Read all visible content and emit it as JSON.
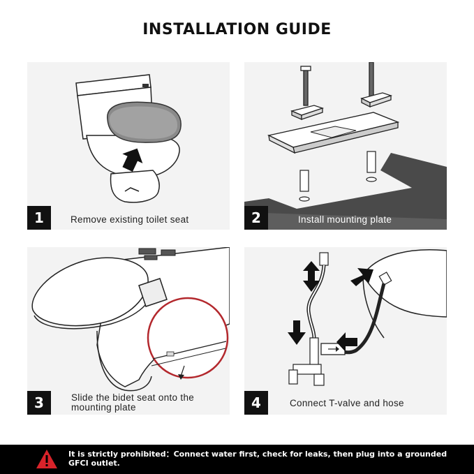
{
  "title": "INSTALLATION GUIDE",
  "steps": [
    {
      "number": "1",
      "caption": "Remove existing toilet seat"
    },
    {
      "number": "2",
      "caption": "Install mounting plate"
    },
    {
      "number": "3",
      "caption": "Slide the bidet seat onto the mounting plate"
    },
    {
      "number": "4",
      "caption": "Connect T-valve and hose"
    }
  ],
  "warning": {
    "text": "It is strictly prohibited：Connect water first, check for leaks, then plug into a grounded GFCI outlet."
  },
  "colors": {
    "background": "#ffffff",
    "panel": "#f3f3f3",
    "badge": "#111111",
    "banner": "#000000",
    "warning_icon": "#d9232a",
    "magnifier_ring": "#b3282d"
  }
}
